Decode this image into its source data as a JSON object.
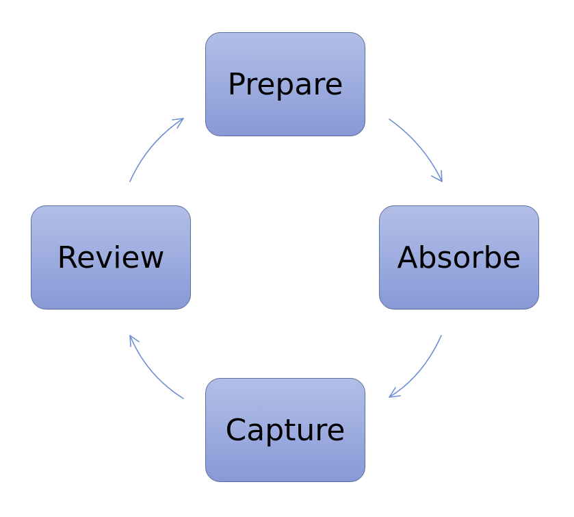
{
  "diagram": {
    "nodes": [
      {
        "label": "Prepare"
      },
      {
        "label": "Absorbe"
      },
      {
        "label": "Capture"
      },
      {
        "label": "Review"
      }
    ],
    "edges": [
      {
        "from": "Prepare",
        "to": "Absorbe"
      },
      {
        "from": "Absorbe",
        "to": "Capture"
      },
      {
        "from": "Capture",
        "to": "Review"
      },
      {
        "from": "Review",
        "to": "Prepare"
      }
    ],
    "colors": {
      "node_fill_top": "#b2bee6",
      "node_fill_bottom": "#8899d6",
      "node_border": "#5b6d9c",
      "arrow": "#6e8fd0",
      "text": "#000000"
    }
  }
}
